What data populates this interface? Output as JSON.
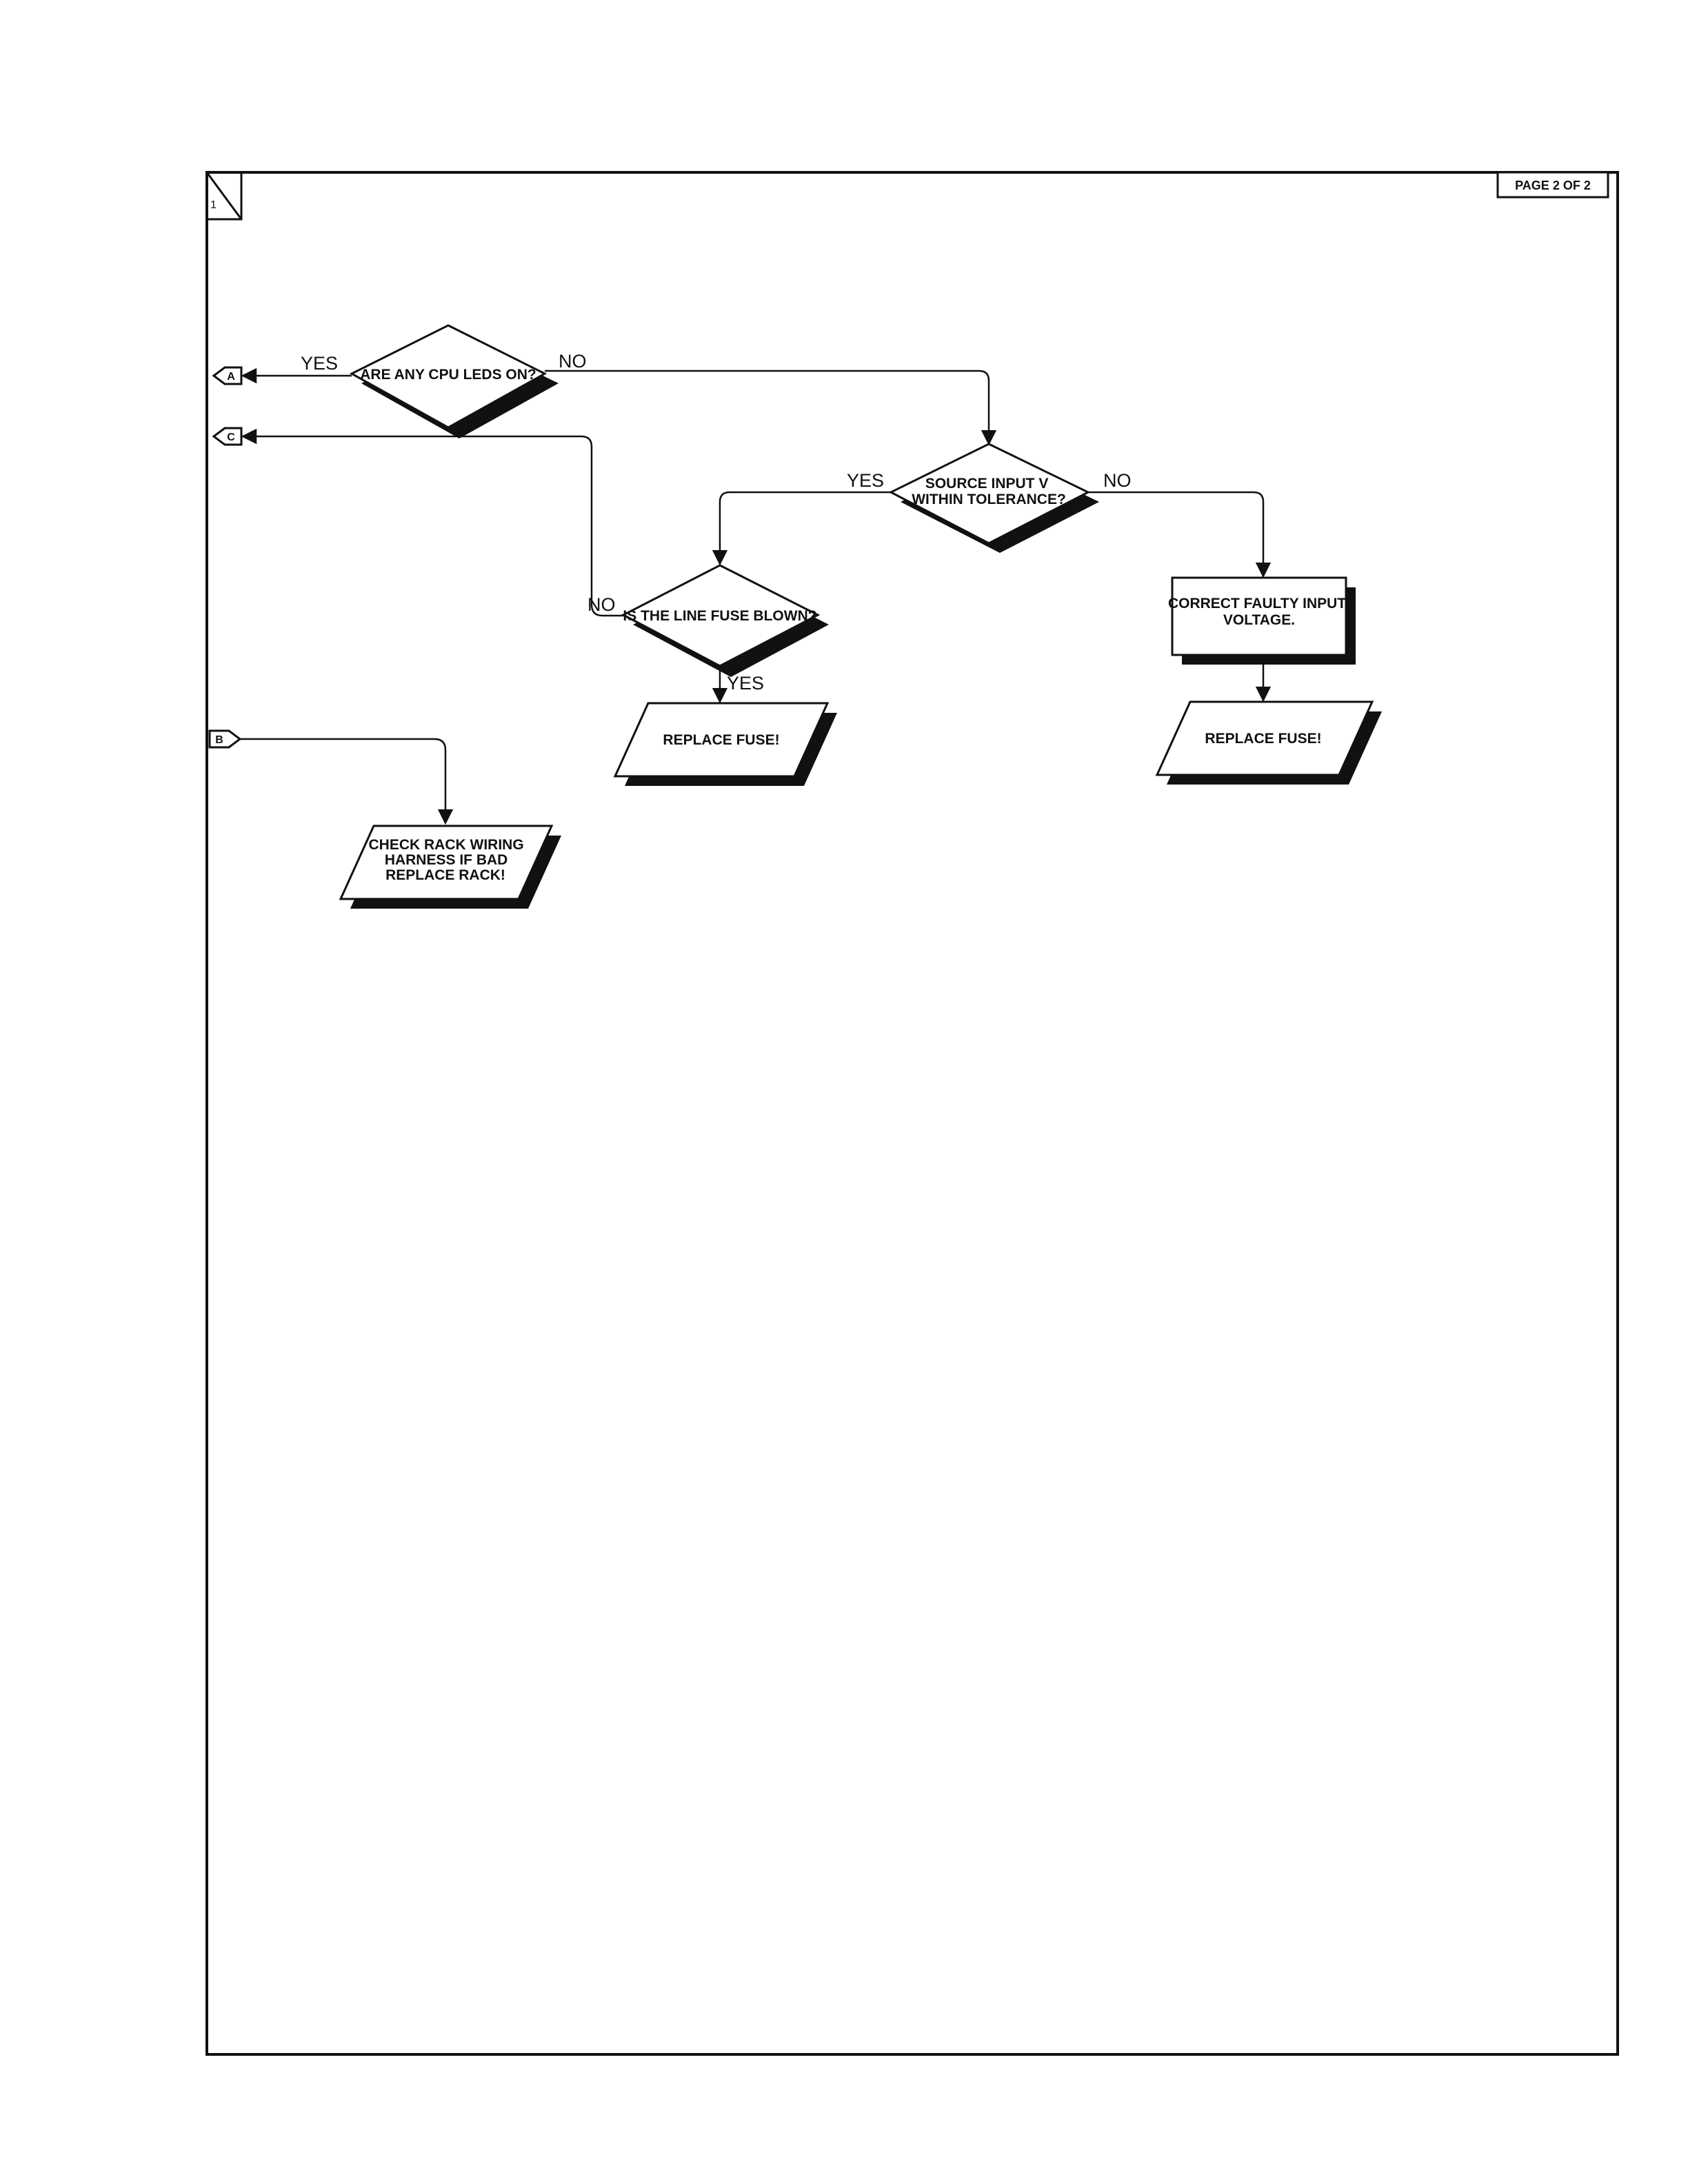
{
  "page": {
    "corner_number": "1",
    "page_label": "PAGE 2 OF 2"
  },
  "connectors": {
    "a": "A",
    "b": "B",
    "c": "C"
  },
  "nodes": {
    "cpu_leds": {
      "lines": [
        "ARE ANY CPU LEDS ON?"
      ]
    },
    "source_input": {
      "lines": [
        "SOURCE INPUT V",
        "WITHIN TOLERANCE?"
      ]
    },
    "line_fuse": {
      "lines": [
        "IS THE LINE FUSE BLOWN?"
      ]
    },
    "correct_voltage": {
      "lines": [
        "CORRECT FAULTY INPUT",
        "VOLTAGE."
      ]
    },
    "replace_fuse_1": {
      "lines": [
        "REPLACE FUSE!"
      ]
    },
    "replace_fuse_2": {
      "lines": [
        "REPLACE FUSE!"
      ]
    },
    "check_rack": {
      "lines": [
        "CHECK RACK WIRING",
        "HARNESS IF BAD",
        "REPLACE RACK!"
      ]
    }
  },
  "edges": {
    "cpu_yes": "YES",
    "cpu_no": "NO",
    "source_yes": "YES",
    "source_no": "NO",
    "fuse_no": "NO",
    "fuse_yes": "YES"
  }
}
